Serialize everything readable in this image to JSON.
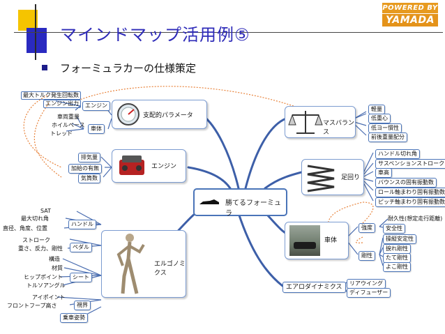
{
  "header": {
    "title": "マインドマップ活用例⑤",
    "bullet_text": "フォーミュラカーの仕様策定",
    "logo_line1": "POWERED BY",
    "logo_line2": "YAMADA"
  },
  "mindmap": {
    "center": "勝てるフォーミュラ",
    "params": {
      "title": "支配的パラメータ",
      "items": [
        "最大トルク発生回転数",
        "エンジン出力",
        "車両重量",
        "ホイルベース",
        "トレッド"
      ],
      "sub": [
        "エンジン",
        "車体"
      ]
    },
    "engine": {
      "title": "エンジン",
      "items": [
        "排気量",
        "加給の有無",
        "気筒数"
      ]
    },
    "ergo": {
      "title": "エルゴノミクス",
      "handle": "ハンドル",
      "handle_items": [
        "SAT",
        "最大切れ角",
        "直径、角度、位置"
      ],
      "pedal": "ペダル",
      "pedal_items": [
        "ストローク",
        "重さ、反力、剛性"
      ],
      "seat": "シート",
      "seat_items": [
        "構造",
        "材質",
        "ヒップポイント",
        "トルソアングル"
      ],
      "view": "視界",
      "view_items": [
        "アイポイント",
        "フロントフープ高さ"
      ],
      "posture": "乗車姿勢"
    },
    "mass": {
      "title": "マスバランス",
      "items": [
        "軽量",
        "低重心",
        "低ヨー慣性",
        "前後重量配分"
      ]
    },
    "susp": {
      "title": "足回り",
      "items": [
        "ハンドル切れ角",
        "サスペンションストローク",
        "車高",
        "バウンスの固有振動数",
        "ロール軸まわり固有振動数",
        "ピッチ軸まわり固有振動数"
      ]
    },
    "body": {
      "title": "車体",
      "strength": "強度",
      "strength_items": [
        "耐久性(想定走行距離)",
        "安全性"
      ],
      "rigidity": "剛性",
      "rigidity_items": [
        "操縦安定性",
        "捩れ剛性",
        "たて剛性",
        "よこ剛性"
      ]
    },
    "aero": {
      "title": "エアロダイナミクス",
      "items": [
        "リアウイング",
        "ディフューザー"
      ]
    }
  }
}
